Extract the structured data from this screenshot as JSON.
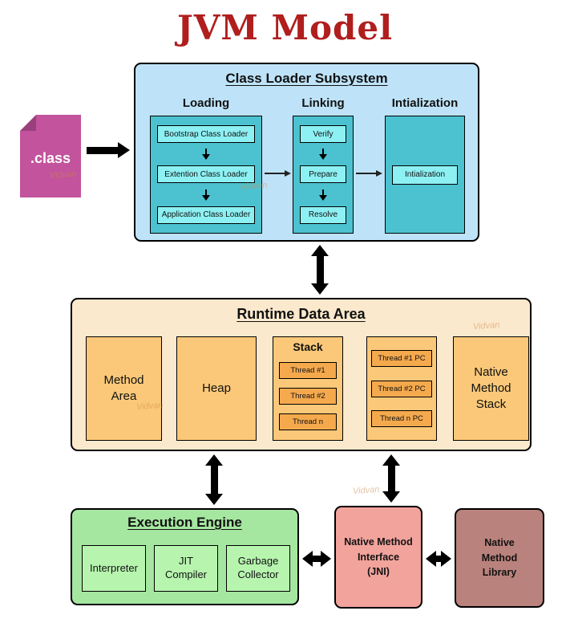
{
  "title": "JVM Model",
  "watermark": {
    "text": "Vidvan"
  },
  "class_file": {
    "label": ".class"
  },
  "class_loader": {
    "title": "Class Loader Subsystem",
    "columns": [
      {
        "title": "Loading",
        "items": [
          "Bootstrap Class Loader",
          "Extention Class Loader",
          "Application Class Loader"
        ]
      },
      {
        "title": "Linking",
        "items": [
          "Verify",
          "Prepare",
          "Resolve"
        ]
      },
      {
        "title": "Intialization",
        "items": [
          "Intialization"
        ]
      }
    ]
  },
  "runtime": {
    "title": "Runtime Data Area",
    "method_area": "Method Area",
    "heap": "Heap",
    "stack": {
      "title": "Stack",
      "threads": [
        "Thread #1",
        "Thread #2",
        "Thread n"
      ]
    },
    "pc_registers": {
      "threads": [
        "Thread #1 PC",
        "Thread #2 PC",
        "Thread n PC"
      ]
    },
    "native_method_stack": "Native Method Stack"
  },
  "execution_engine": {
    "title": "Execution Engine",
    "items": [
      "Interpreter",
      "JIT Compiler",
      "Garbage Collector"
    ]
  },
  "jni": {
    "label": "Native Method\nInterface\n(JNI)"
  },
  "native_library": {
    "label": "Native Method Library"
  },
  "colors": {
    "title_red": "#B01E1E",
    "class_loader_bg": "#BEE3F8",
    "teal": "#4CC2D0",
    "cyan": "#8DF0F3",
    "class_file_pink": "#C2539C",
    "runtime_bg": "#FBE9CD",
    "orange": "#FAC878",
    "orange_dark": "#F5A94D",
    "engine_bg": "#A5E7A0",
    "engine_item": "#B7F5AF",
    "jni_bg": "#F2A39C",
    "library_bg": "#BA827C"
  }
}
